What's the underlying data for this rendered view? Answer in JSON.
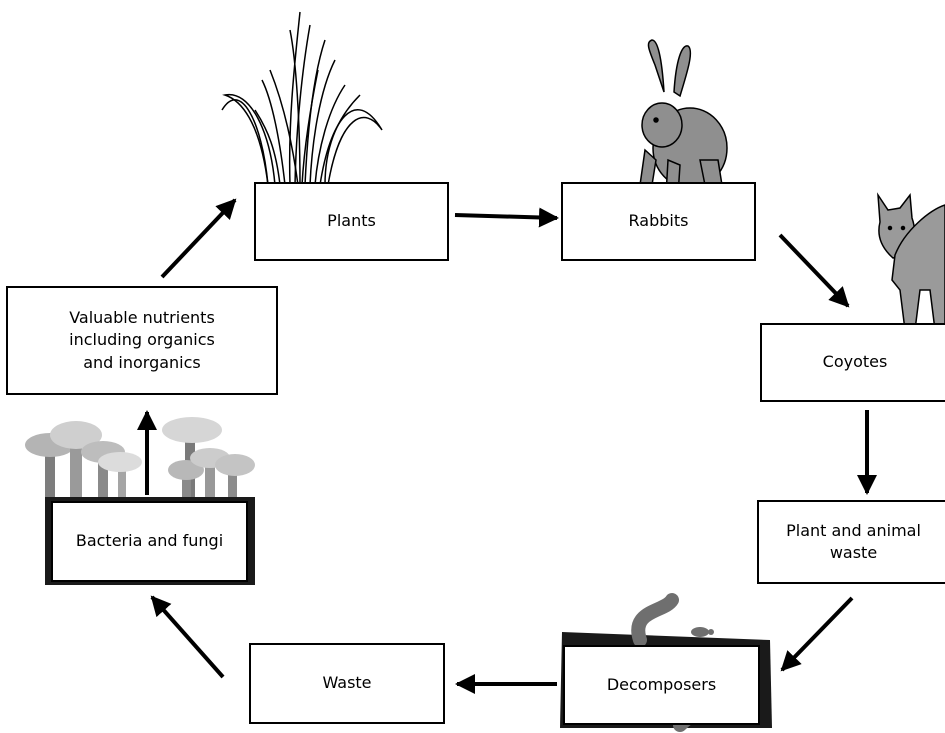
{
  "diagram": {
    "nodes": {
      "plants": "Plants",
      "rabbits": "Rabbits",
      "coyotes": "Coyotes",
      "plant_animal_waste": "Plant and animal\nwaste",
      "decomposers": "Decomposers",
      "waste": "Waste",
      "bacteria_fungi": "Bacteria and fungi",
      "nutrients": "Valuable nutrients\nincluding organics\nand inorganics"
    },
    "edges": [
      {
        "from": "plants",
        "to": "rabbits"
      },
      {
        "from": "rabbits",
        "to": "coyotes"
      },
      {
        "from": "coyotes",
        "to": "plant_animal_waste"
      },
      {
        "from": "plant_animal_waste",
        "to": "decomposers"
      },
      {
        "from": "decomposers",
        "to": "waste"
      },
      {
        "from": "waste",
        "to": "bacteria_fungi"
      },
      {
        "from": "bacteria_fungi",
        "to": "nutrients"
      },
      {
        "from": "nutrients",
        "to": "plants"
      }
    ],
    "colors": {
      "stroke": "#000000",
      "illustration": "#8a8a8a",
      "soil": "#1a1a1a"
    }
  }
}
